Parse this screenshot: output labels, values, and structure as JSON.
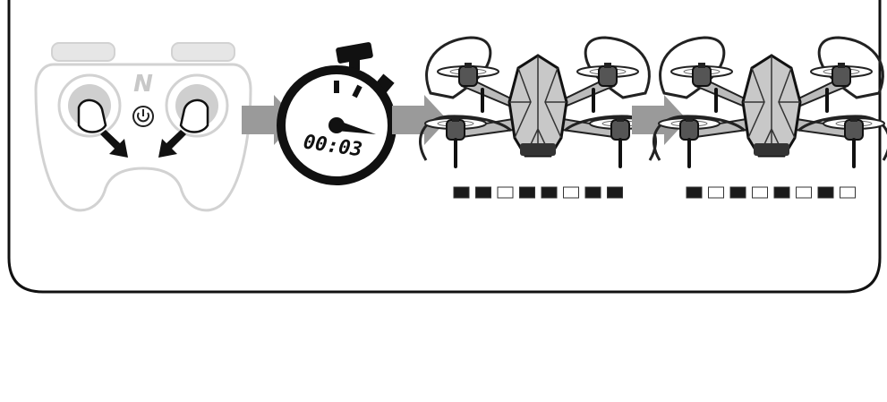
{
  "timer": {
    "display": "00:03",
    "icon": "stopwatch-icon"
  },
  "controller": {
    "logo": "N",
    "icons": [
      "gamepad-icon",
      "power-icon",
      "thumb-press-icon"
    ]
  },
  "drones": [
    {
      "icon": "quadcopter-drone-icon",
      "led_pattern": [
        1,
        1,
        0,
        1,
        1,
        0,
        1,
        1
      ]
    },
    {
      "icon": "quadcopter-drone-icon",
      "led_pattern": [
        1,
        0,
        1,
        0,
        1,
        0,
        1,
        0
      ]
    }
  ],
  "colors": {
    "ink": "#111111",
    "faded": "#d2d2d2",
    "arrow": "#9a9a9a",
    "led_on": "#1a1a1a",
    "led_off": "#ffffff"
  }
}
